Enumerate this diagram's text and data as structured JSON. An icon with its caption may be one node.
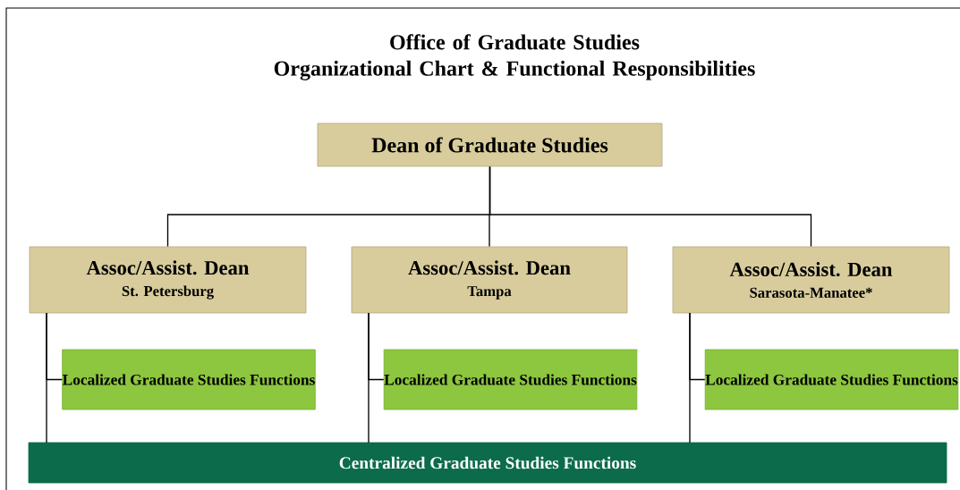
{
  "diagram": {
    "title": "Office of Graduate Studies Organizational Chart & Functional Responsibilities",
    "nodes": [
      {
        "text": [
          "Dean of Graduate Studies"
        ]
      },
      {
        "text": [
          "Assoc/Assist. Dean",
          "St. Petersburg"
        ]
      },
      {
        "text": [
          "Assoc/Assist. Dean",
          "Tampa"
        ]
      },
      {
        "text": [
          "Assoc/Assist. Dean",
          "Sarasota-Manatee*"
        ]
      },
      {
        "text": [
          "Localized Graduate Studies Functions"
        ]
      },
      {
        "text": [
          "Localized Graduate Studies Functions"
        ]
      },
      {
        "text": [
          "Localized Graduate Studies Functions"
        ]
      },
      {
        "text": [
          "Centralized Graduate Studies Functions"
        ]
      }
    ],
    "edges": [
      {
        "from": 0,
        "to": 1,
        "arrow": "none"
      },
      {
        "from": 0,
        "to": 2,
        "arrow": "none"
      },
      {
        "from": 0,
        "to": 3,
        "arrow": "none"
      },
      {
        "from": 1,
        "to": 4,
        "arrow": "none"
      },
      {
        "from": 1,
        "to": 7,
        "arrow": "none"
      },
      {
        "from": 2,
        "to": 5,
        "arrow": "none"
      },
      {
        "from": 2,
        "to": 7,
        "arrow": "none"
      },
      {
        "from": 3,
        "to": 6,
        "arrow": "none"
      },
      {
        "from": 3,
        "to": 7,
        "arrow": "none"
      }
    ]
  }
}
